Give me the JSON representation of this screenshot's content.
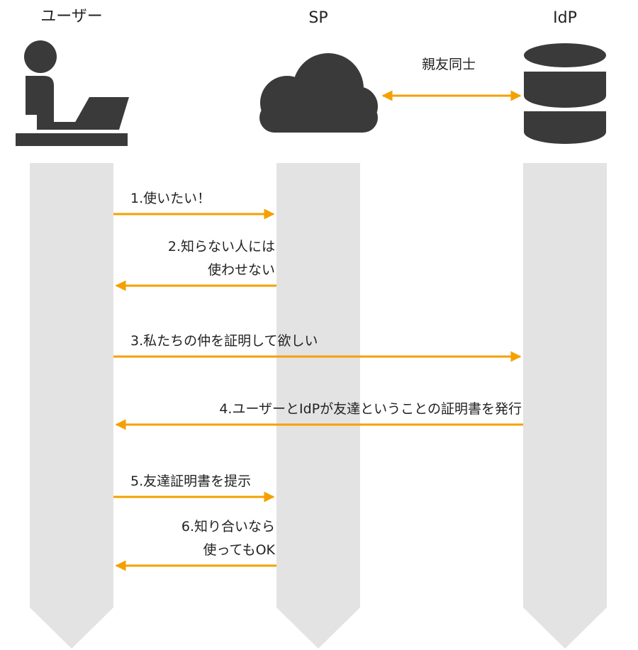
{
  "colors": {
    "lane": "#e3e3e3",
    "arrow": "#f5a000",
    "icon": "#3a3a3a",
    "text": "#222222"
  },
  "actors": {
    "user": {
      "label": "ユーザー",
      "icon": "user-at-laptop-icon"
    },
    "sp": {
      "label": "SP",
      "icon": "cloud-icon"
    },
    "idp": {
      "label": "IdP",
      "icon": "database-icon"
    }
  },
  "relationship": {
    "label": "親友同士"
  },
  "messages": [
    {
      "step": 1,
      "from": "user",
      "to": "sp",
      "lines": [
        "1.使いたい！"
      ]
    },
    {
      "step": 2,
      "from": "sp",
      "to": "user",
      "lines": [
        "2.知らない人には",
        "使わせない"
      ]
    },
    {
      "step": 3,
      "from": "user",
      "to": "idp",
      "lines": [
        "3.私たちの仲を証明して欲しい"
      ]
    },
    {
      "step": 4,
      "from": "idp",
      "to": "user",
      "lines": [
        "4.ユーザーとIdPが友達ということの証明書を発行"
      ]
    },
    {
      "step": 5,
      "from": "user",
      "to": "sp",
      "lines": [
        "5.友達証明書を提示"
      ]
    },
    {
      "step": 6,
      "from": "sp",
      "to": "user",
      "lines": [
        "6.知り合いなら",
        "使ってもOK"
      ]
    }
  ]
}
